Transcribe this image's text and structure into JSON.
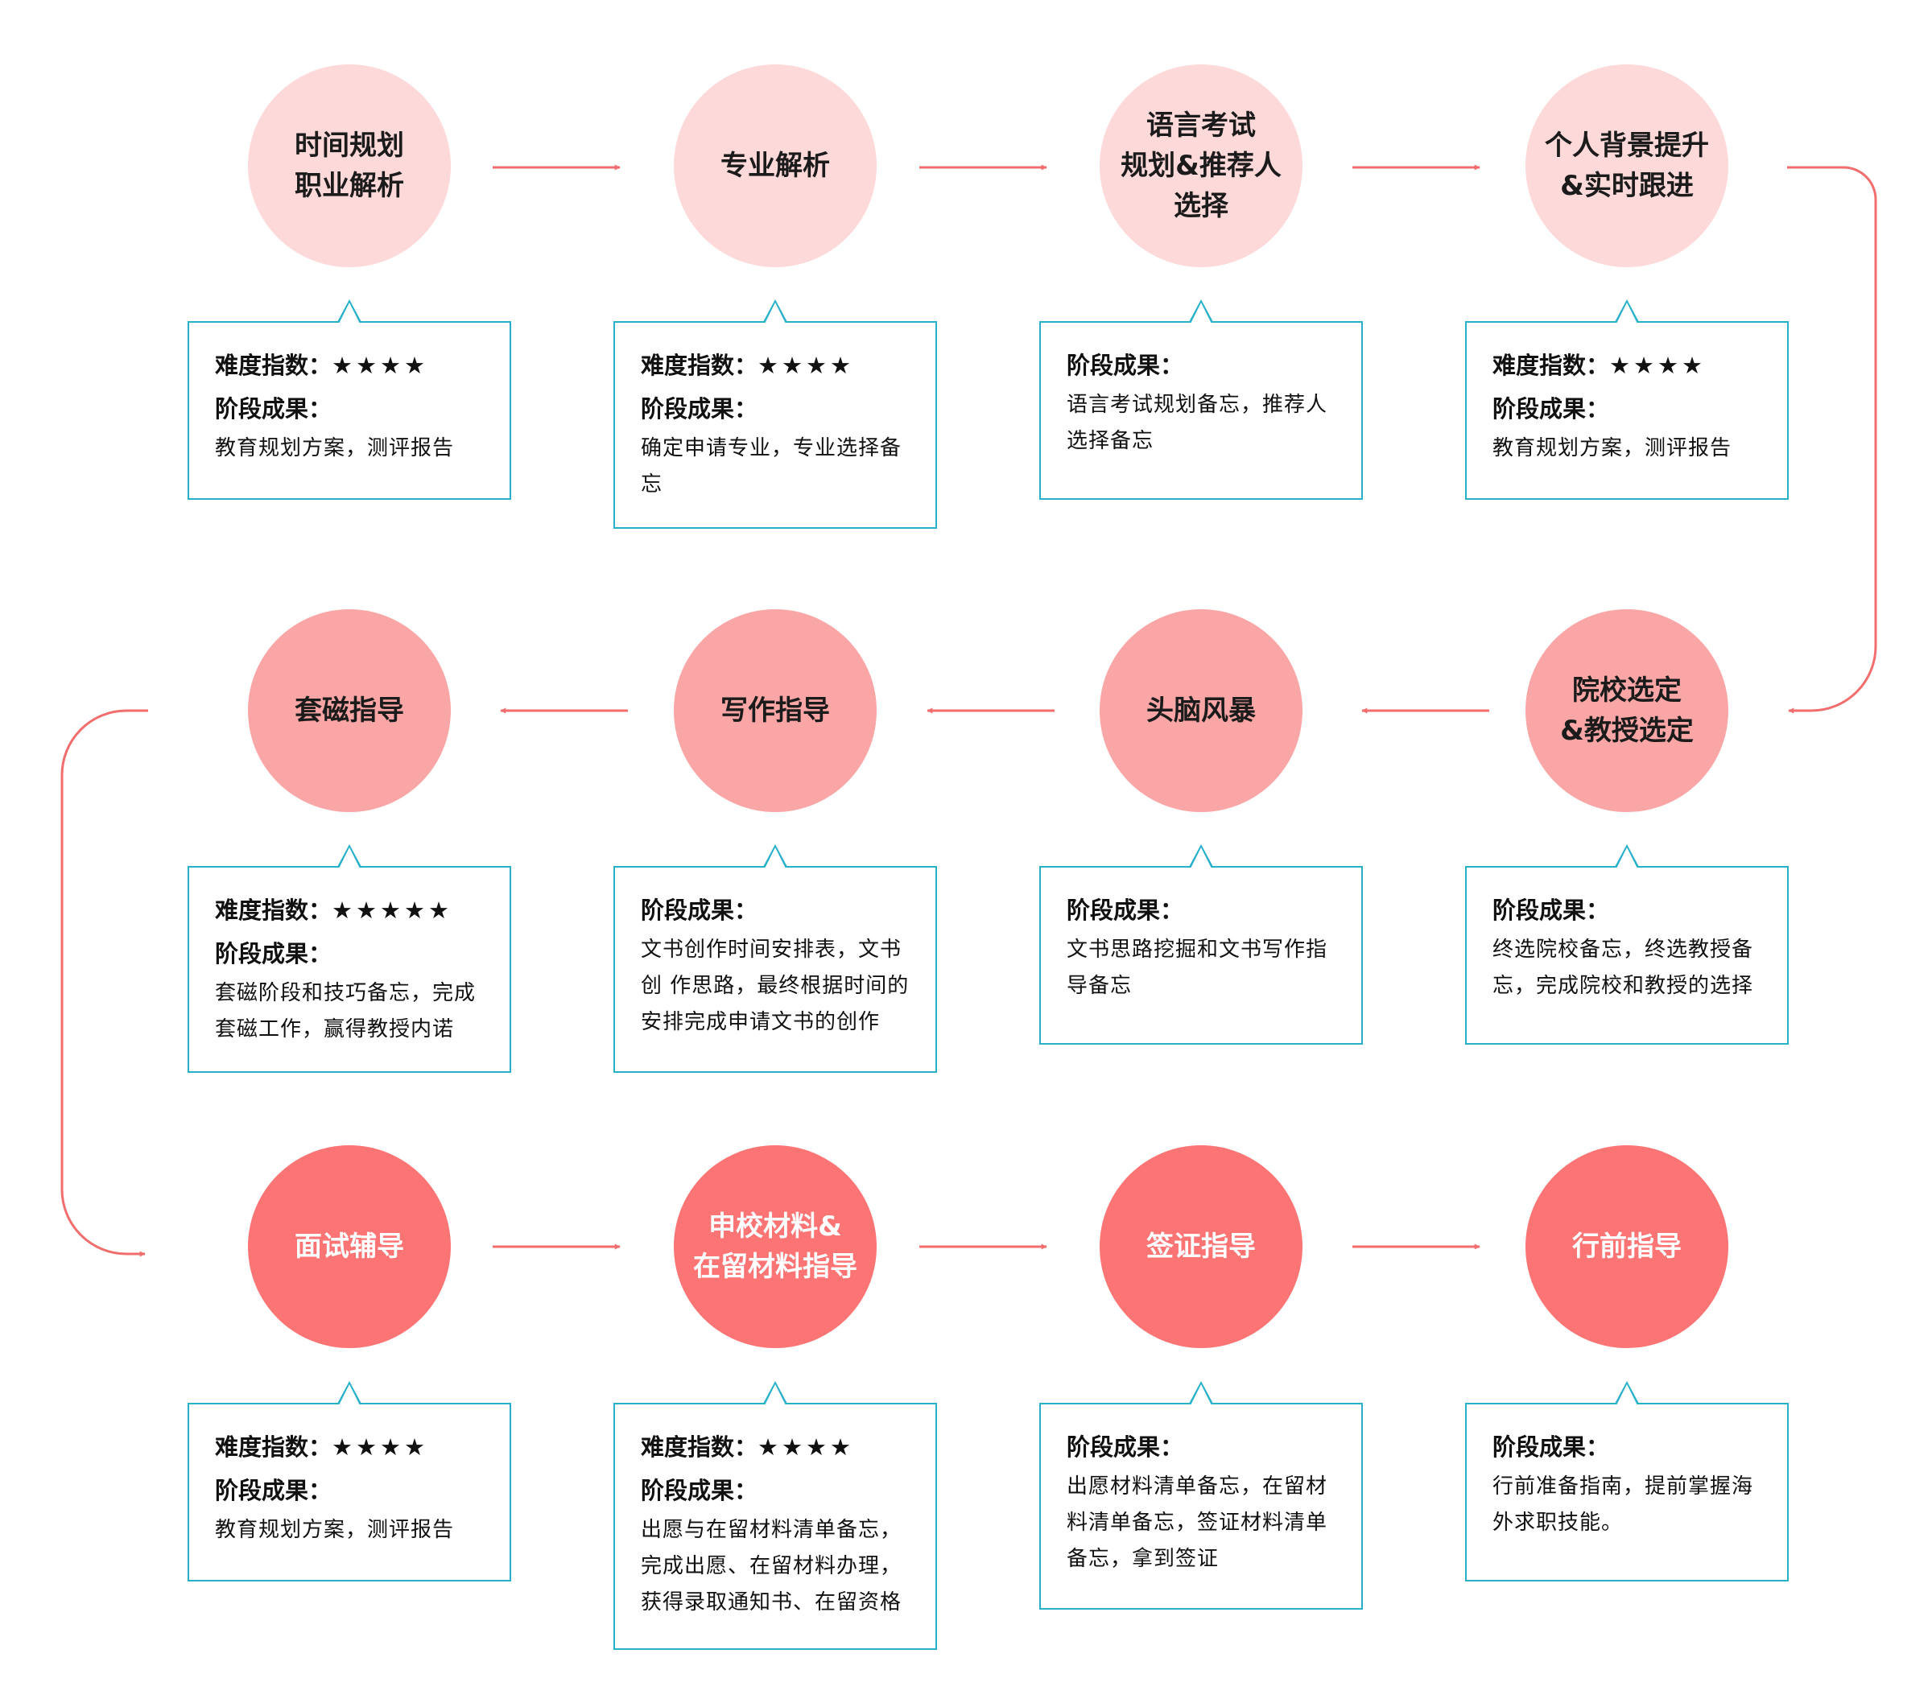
{
  "colors": {
    "row1_fill": "#fdd9da",
    "row2_fill": "#faa6a6",
    "row3_fill": "#fc7474",
    "arrow": "#f26d6d",
    "callout_border": "#27b0c9"
  },
  "labels": {
    "difficulty": "难度指数：",
    "result": "阶段成果："
  },
  "steps": [
    {
      "title": "时间规划\n职业解析",
      "stars": "★★★★",
      "result": "教育规划方案，测评报告"
    },
    {
      "title": "专业解析",
      "stars": "★★★★",
      "result": "确定申请专业，专业选择备忘"
    },
    {
      "title": "语言考试\n规划&推荐人\n选择",
      "result": "语言考试规划备忘，推荐人选择备忘"
    },
    {
      "title": "个人背景提升\n&实时跟进",
      "stars": "★★★★",
      "result": "教育规划方案，测评报告"
    },
    {
      "title": "院校选定\n&教授选定",
      "result": "终选院校备忘，终选教授备忘，完成院校和教授的选择"
    },
    {
      "title": "头脑风暴",
      "result": "文书思路挖掘和文书写作指导备忘"
    },
    {
      "title": "写作指导",
      "result": "文书创作时间安排表，文书创 作思路，最终根据时间的安排完成申请文书的创作"
    },
    {
      "title": "套磁指导",
      "stars": "★★★★★",
      "result": "套磁阶段和技巧备忘，完成套磁工作，赢得教授内诺"
    },
    {
      "title": "面试辅导",
      "stars": "★★★★",
      "result": "教育规划方案，测评报告"
    },
    {
      "title": "申校材料&\n在留材料指导",
      "stars": "★★★★",
      "result": "出愿与在留材料清单备忘，完成出愿、在留材料办理，获得录取通知书、在留资格"
    },
    {
      "title": "签证指导",
      "result": "出愿材料清单备忘，在留材料清单备忘，签证材料清单备忘，拿到签证"
    },
    {
      "title": "行前指导",
      "result": "行前准备指南，提前掌握海外求职技能。"
    }
  ]
}
